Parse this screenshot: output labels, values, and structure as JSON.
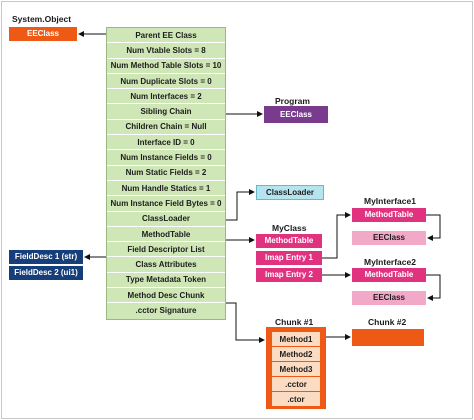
{
  "system_object": {
    "title": "System.Object",
    "box": "EEClass"
  },
  "ee_class_rows": [
    "Parent EE Class",
    "Num Vtable Slots = 8",
    "Num Method Table Slots = 10",
    "Num Duplicate Slots = 0",
    "Num Interfaces = 2",
    "Sibling Chain",
    "Children Chain = Null",
    "Interface ID = 0",
    "Num Instance Fields = 0",
    "Num Static Fields = 2",
    "Num Handle Statics = 1",
    "Num Instance Field Bytes = 0",
    "ClassLoader",
    "MethodTable",
    "Field Descriptor List",
    "Class Attributes",
    "Type Metadata Token",
    "Method Desc Chunk",
    ".cctor Signature"
  ],
  "program": {
    "title": "Program",
    "box": "EEClass"
  },
  "classloader": {
    "box": "ClassLoader"
  },
  "myclass": {
    "title": "MyClass",
    "rows": [
      "MethodTable",
      "Imap Entry 1",
      "Imap Entry 2"
    ]
  },
  "interface1": {
    "title": "MyInterface1",
    "method_table": "MethodTable",
    "eeclass": "EEClass"
  },
  "interface2": {
    "title": "MyInterface2",
    "method_table": "MethodTable",
    "eeclass": "EEClass"
  },
  "field_descs": [
    "FieldDesc 1 (str)",
    "FieldDesc 2 (ui1)"
  ],
  "chunk1": {
    "title": "Chunk #1",
    "items": [
      "Method1",
      "Method2",
      "Method3",
      ".cctor",
      ".ctor"
    ]
  },
  "chunk2": {
    "title": "Chunk #2"
  },
  "colors": {
    "green_row": "#cfe6b6",
    "orange": "#ee5a16",
    "purple": "#7a3b8f",
    "cyan": "#b5e4ef",
    "pink_dark": "#e1327f",
    "pink_light": "#f2a9c8",
    "navy": "#163e7a"
  }
}
